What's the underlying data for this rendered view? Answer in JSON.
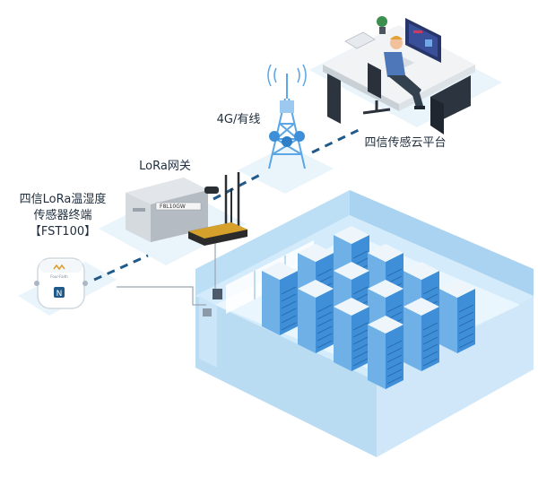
{
  "labels": {
    "sensor_line1": "四信LoRa温湿度",
    "sensor_line2": "传感器终端",
    "sensor_model": "【FST100】",
    "gateway": "LoRa网关",
    "network": "4G/有线",
    "cloud": "四信传感云平台",
    "gateway_device_text": "F8L10GW",
    "sensor_brand": "Four-Faith"
  },
  "colors": {
    "link_dash": "#1f5a8a",
    "platform_light": "#eaf4fb",
    "room_wall": "#b9dcf3",
    "room_floor": "#eaf6fd",
    "server_blue": "#3f8fd8",
    "tower": "#5aa6e6"
  }
}
